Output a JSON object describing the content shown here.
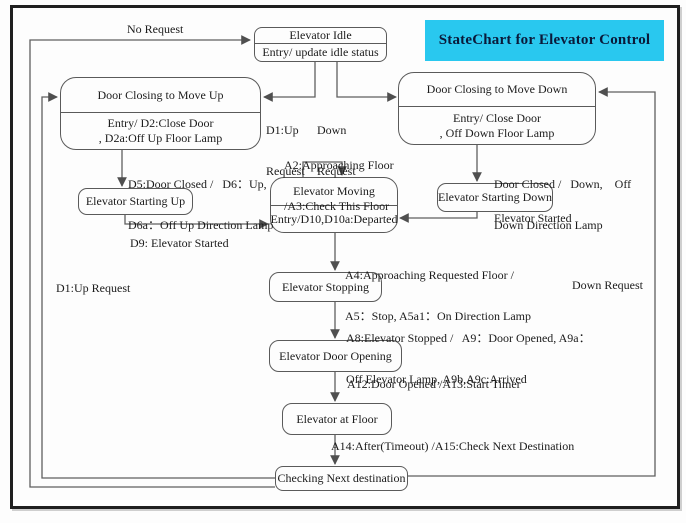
{
  "banner": {
    "title": "StateChart for Elevator Control",
    "bg_color": "#29c8ef",
    "text_color": "#0a1a3a"
  },
  "colors": {
    "line": "#5f5f5f",
    "box_border": "#5a5a5a",
    "frame_border": "#1f1f1f",
    "text": "#1b1b1b"
  },
  "states": {
    "elevator_idle": {
      "title": "Elevator Idle",
      "body": "Entry/ update idle status"
    },
    "door_closing_up": {
      "title": "Door Closing to Move Up",
      "body1": "Entry/ D2:Close Door",
      "body2": ", D2a:Off Up Floor Lamp"
    },
    "door_closing_down": {
      "title": "Door Closing to Move Down",
      "body1": "Entry/ Close Door",
      "body2": ", Off Down Floor Lamp"
    },
    "elevator_starting_up": {
      "title": "Elevator Starting Up"
    },
    "elevator_moving": {
      "title": "Elevator Moving",
      "body": "Entry/D10,D10a:Departed"
    },
    "elevator_starting_down": {
      "title": "Elevator Starting Down"
    },
    "elevator_stopping": {
      "title": "Elevator Stopping"
    },
    "elevator_door_opening": {
      "title": "Elevator Door Opening"
    },
    "elevator_at_floor": {
      "title": "Elevator at Floor"
    },
    "checking_next_destination": {
      "title": "Checking Next destination"
    }
  },
  "labels": {
    "no_request": "No Request",
    "d1_up_top_1": "D1:Up",
    "d1_up_top_2": "Request",
    "down_top_1": "Down",
    "down_top_2": "Request",
    "a2_line1": "A2:Approaching Floor",
    "a2_line2": "/A3:Check This Floor",
    "d5_line1": "D5:Door Closed /   D6：Up,",
    "d5_line2": "D6a：Off Up Direction Lamp",
    "door_closed_down_line1": "Door Closed /   Down,    Off",
    "door_closed_down_line2": "Down Direction Lamp",
    "d9": "D9: Elevator Started",
    "elevator_started": "Elevator Started",
    "a4_line1": "A4:Approaching Requested Floor /",
    "a4_line2": "A5：Stop, A5a1：On Direction Lamp",
    "d1_up_left": "D1:Up Request",
    "down_request_right": "Down Request",
    "a8_line1": "A8:Elevator Stopped /   A9：Door Opened, A9a：",
    "a8_line2": "Off Elevator Lamp, A9b,A9c:Arrived",
    "a12": "A12:Door Opened /A13:Start Timer",
    "a14": "A14:After(Timeout) /A15:Check Next Destination"
  }
}
